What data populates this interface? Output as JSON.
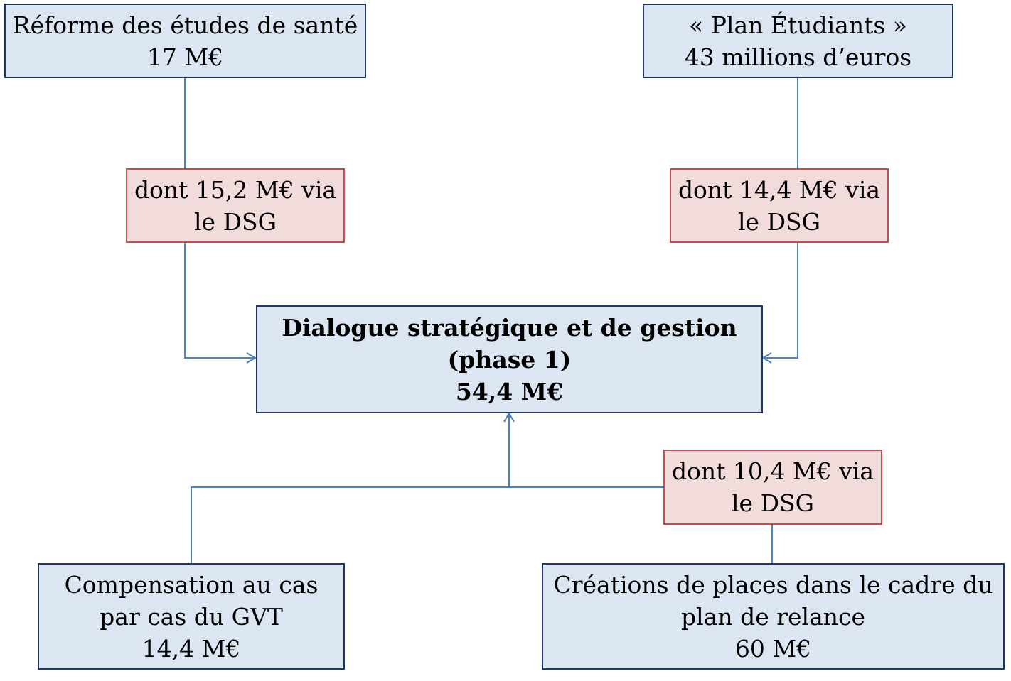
{
  "boxes": {
    "reforme": {
      "line1": "Réforme des études de santé",
      "line2": "17 M€"
    },
    "plan": {
      "line1": "« Plan Étudiants »",
      "line2": "43 millions d’euros"
    },
    "dsg_left": {
      "line1": "dont 15,2 M€ via",
      "line2": "le DSG"
    },
    "dsg_right": {
      "line1": "dont 14,4 M€ via",
      "line2": "le DSG"
    },
    "center": {
      "line1": "Dialogue stratégique et de gestion",
      "line2": "(phase 1)",
      "line3": "54,4 M€"
    },
    "dsg_bottom": {
      "line1": "dont 10,4 M€ via",
      "line2": "le DSG"
    },
    "gvt": {
      "line1": "Compensation au cas",
      "line2": "par cas du GVT",
      "line3": "14,4 M€"
    },
    "places": {
      "line1": "Créations de places dans le cadre du",
      "line2": "plan de relance",
      "line3": "60 M€"
    }
  },
  "colors": {
    "blue_fill": "#dce6f2",
    "blue_border": "#1f3864",
    "pink_fill": "#f2dcdb",
    "pink_border": "#c0504d",
    "connector": "#4f81bd"
  }
}
